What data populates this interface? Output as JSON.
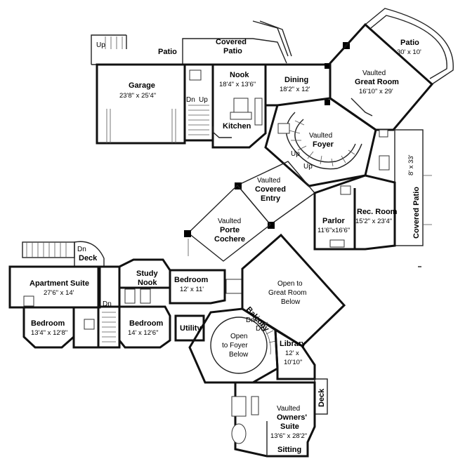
{
  "rooms": {
    "up_stair_top": "Up",
    "patio_left": "Patio",
    "covered_patio_1": "Covered",
    "covered_patio_2": "Patio",
    "garage_name": "Garage",
    "garage_dim": "23'8\" x 25'4\"",
    "nook_name": "Nook",
    "nook_dim": "18'4\" x 13'6\"",
    "dn": "Dn",
    "up": "Up",
    "kitchen": "Kitchen",
    "dining_name": "Dining",
    "dining_dim": "18'2\" x 12'",
    "patio_right_name": "Patio",
    "patio_right_dim": "30' x 10'",
    "great_1": "Vaulted",
    "great_2": "Great Room",
    "great_dim": "16'10\" x 29'",
    "foyer_1": "Vaulted",
    "foyer_2": "Foyer",
    "covered_patio_side": "Covered Patio",
    "covered_patio_side_dim": "8' x 33'",
    "entry_1": "Vaulted",
    "entry_2": "Covered",
    "entry_3": "Entry",
    "porte_1": "Vaulted",
    "porte_2": "Porte",
    "porte_3": "Cochere",
    "parlor_name": "Parlor",
    "parlor_dim": "11'6\"x16'6\"",
    "rec_name": "Rec. Room",
    "rec_dim": "15'2\" x 23'4\"",
    "deck_top": "Deck",
    "apt_name": "Apartment Suite",
    "apt_dim": "27'6\" x 14'",
    "study_1": "Study",
    "study_2": "Nook",
    "bed1_name": "Bedroom",
    "bed1_dim": "12' x 11'",
    "open_great_1": "Open to",
    "open_great_2": "Great Room",
    "open_great_3": "Below",
    "bed2_name": "Bedroom",
    "bed2_dim": "13'4\" x 12'8\"",
    "bed3_name": "Bedroom",
    "bed3_dim": "14' x 12'6\"",
    "utility": "Utility",
    "balcony": "Balcony",
    "open_foyer_1": "Open",
    "open_foyer_2": "to Foyer",
    "open_foyer_3": "Below",
    "library_name": "Library",
    "library_dim_1": "12' x",
    "library_dim_2": "10'10\"",
    "deck_right": "Deck",
    "owners_1": "Vaulted",
    "owners_2": "Owners'",
    "owners_3": "Suite",
    "owners_dim": "13'6\" x 28'2\"",
    "sitting": "Sitting"
  }
}
